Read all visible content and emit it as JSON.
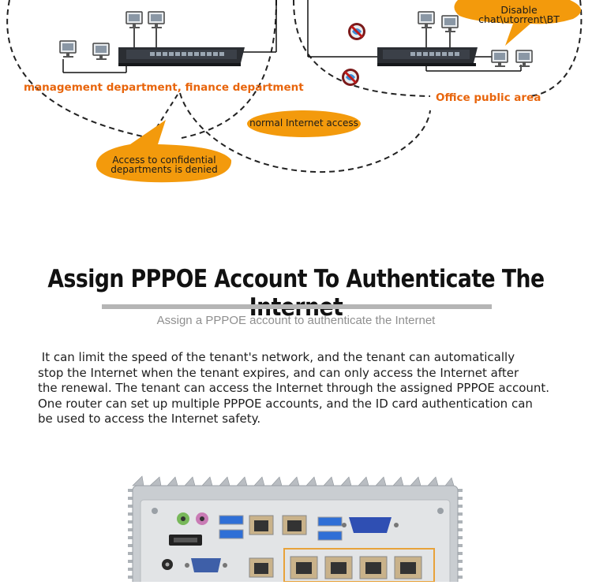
{
  "diagram": {
    "left_group_label": "management department, finance department",
    "right_group_label": "Office public area",
    "bubble_restricted": [
      "Access to confidential",
      "departments is denied"
    ],
    "bubble_normal": "normal Internet access",
    "bubble_disable": "Disable chat\\utorrent\\BT",
    "icons": [
      "computer-icon",
      "network-switch-icon",
      "no-chat-icon"
    ],
    "colors": {
      "label": "#e8650c",
      "bubble": "#f39a0c",
      "line": "#222222"
    }
  },
  "section": {
    "title": "Assign PPPOE Account To Authenticate The Internet",
    "subtitle": "Assign a PPPOE account to authenticate the Internet",
    "body_lines": [
      " It can limit the speed of the tenant's network, and the tenant can automatically",
      "stop the Internet when the tenant expires, and can only access the Internet after",
      "the renewal. The tenant can access the Internet through the assigned PPPOE account.",
      "One router can set up multiple PPPOE accounts, and the ID card authentication can",
      "be used to access the Internet safety."
    ]
  },
  "device": {
    "name": "mini-pc-router-hardware",
    "colors": {
      "body": "#c9cdd1",
      "port_orange": "#e8a23a",
      "usb": "#2f6fd6",
      "vga": "#2f4fb3"
    }
  }
}
